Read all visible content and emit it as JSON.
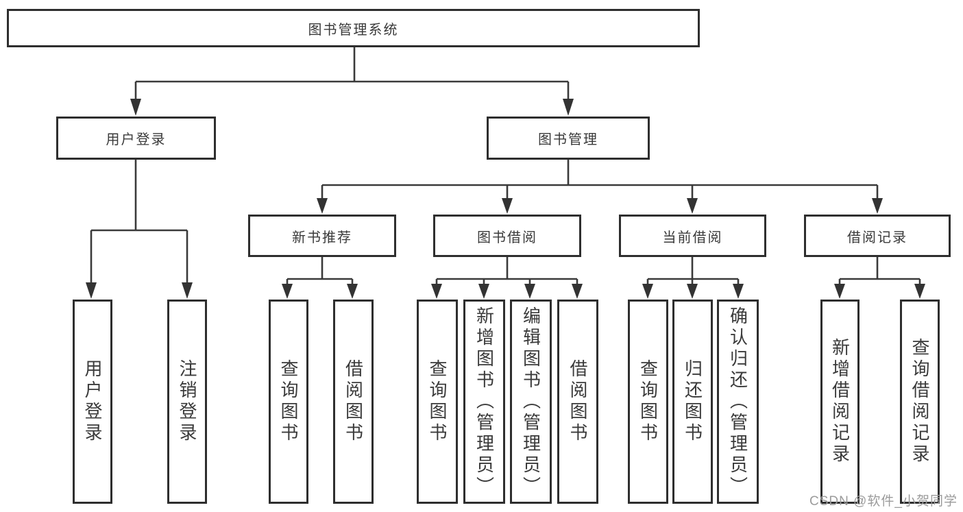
{
  "tree": {
    "root": "图书管理系统",
    "branches": [
      {
        "label": "用户登录",
        "children": [
          {
            "label": "用户登录"
          },
          {
            "label": "注销登录"
          }
        ]
      },
      {
        "label": "图书管理",
        "children": [
          {
            "label": "新书推荐",
            "children": [
              {
                "label": "查询图书"
              },
              {
                "label": "借阅图书"
              }
            ]
          },
          {
            "label": "图书借阅",
            "children": [
              {
                "label": "查询图书"
              },
              {
                "label": "新增图书（管理员）"
              },
              {
                "label": "编辑图书（管理员）"
              },
              {
                "label": "借阅图书"
              }
            ]
          },
          {
            "label": "当前借阅",
            "children": [
              {
                "label": "查询图书"
              },
              {
                "label": "归还图书"
              },
              {
                "label": "确认归还（管理员）"
              }
            ]
          },
          {
            "label": "借阅记录",
            "children": [
              {
                "label": "新增借阅记录"
              },
              {
                "label": "查询借阅记录"
              }
            ]
          }
        ]
      }
    ]
  },
  "watermark": {
    "text": "CSDN @软件_小贺同学"
  },
  "colors": {
    "line": "#3a3a3a",
    "border": "#2e2e2e",
    "watermark": "#9b9b9b"
  }
}
